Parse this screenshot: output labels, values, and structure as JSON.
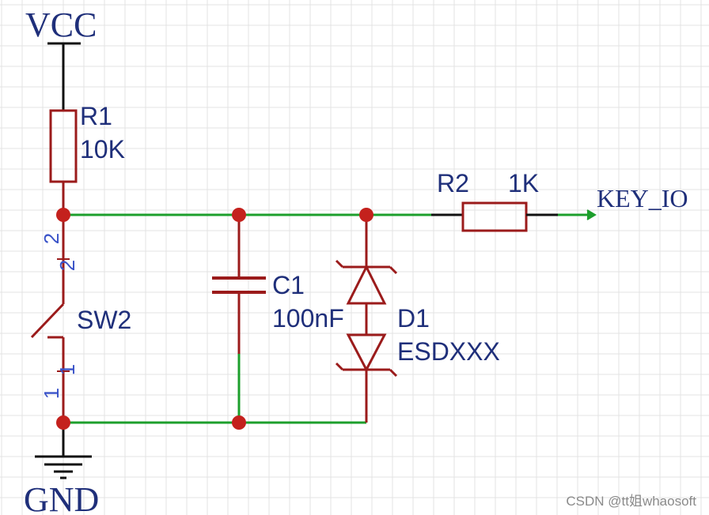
{
  "colors": {
    "grid": "#e3e3e3",
    "wire": "#1d9f2c",
    "component": "#9b1b1b",
    "junction": "#c4211d",
    "label": "#1f2f7a",
    "pin_number": "#3a53c8",
    "watermark": "#8a8a8a"
  },
  "power": {
    "vcc": "VCC",
    "gnd": "GND"
  },
  "r1": {
    "ref": "R1",
    "value": "10K"
  },
  "r2": {
    "ref": "R2",
    "value": "1K"
  },
  "c1": {
    "ref": "C1",
    "value": "100nF"
  },
  "d1": {
    "ref": "D1",
    "value": "ESDXXX"
  },
  "sw2": {
    "ref": "SW2",
    "pin_top": "2",
    "pin_top_b": "2",
    "pin_bottom": "1",
    "pin_bottom_b": "1"
  },
  "net": {
    "key_io": "KEY_IO"
  },
  "watermark": "CSDN @tt姐whaosoft"
}
